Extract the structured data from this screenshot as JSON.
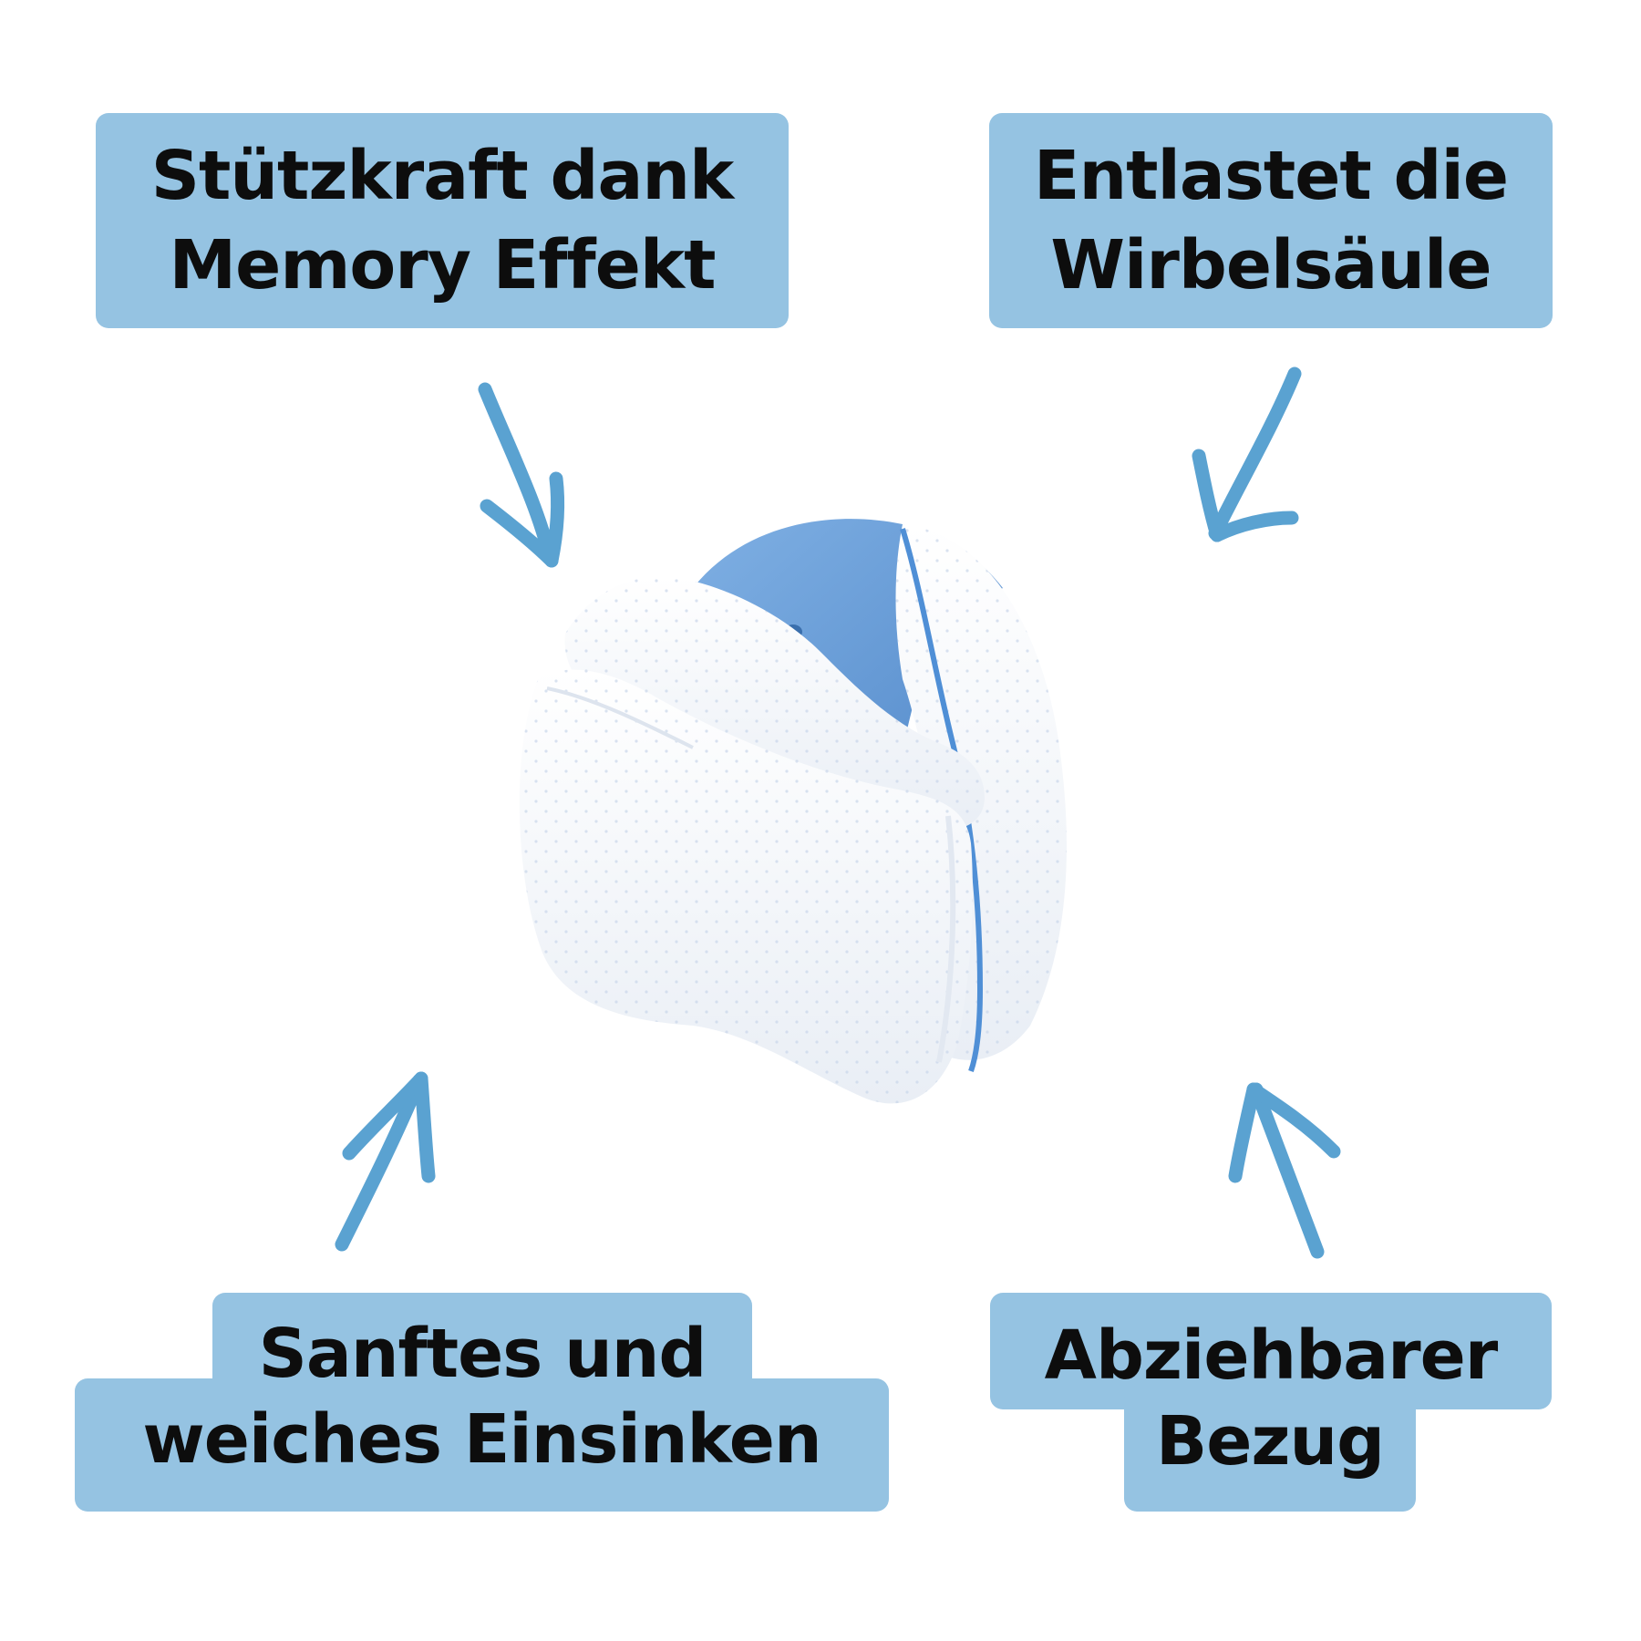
{
  "colors": {
    "label_bg": "#95c3e2",
    "arrow": "#5aa2d1",
    "foam_blue": "#6ea1d8",
    "cover_white": "#f7f9fc",
    "zipper": "#4f8fd6"
  },
  "labels": {
    "top_left": {
      "line1": "Stützkraft dank",
      "line2": "Memory Effekt"
    },
    "top_right": {
      "line1": "Entlastet die",
      "line2": "Wirbelsäule"
    },
    "bottom_left": {
      "line1": "Sanftes und",
      "line2": "weiches Einsinken"
    },
    "bottom_right": {
      "line1": "Abziehbarer",
      "line2": "Bezug"
    }
  },
  "icons": {
    "arrows": [
      "arrow-down-right-icon",
      "arrow-down-left-icon",
      "arrow-up-right-icon",
      "arrow-up-left-icon"
    ],
    "product": "knee-pillow-image"
  }
}
